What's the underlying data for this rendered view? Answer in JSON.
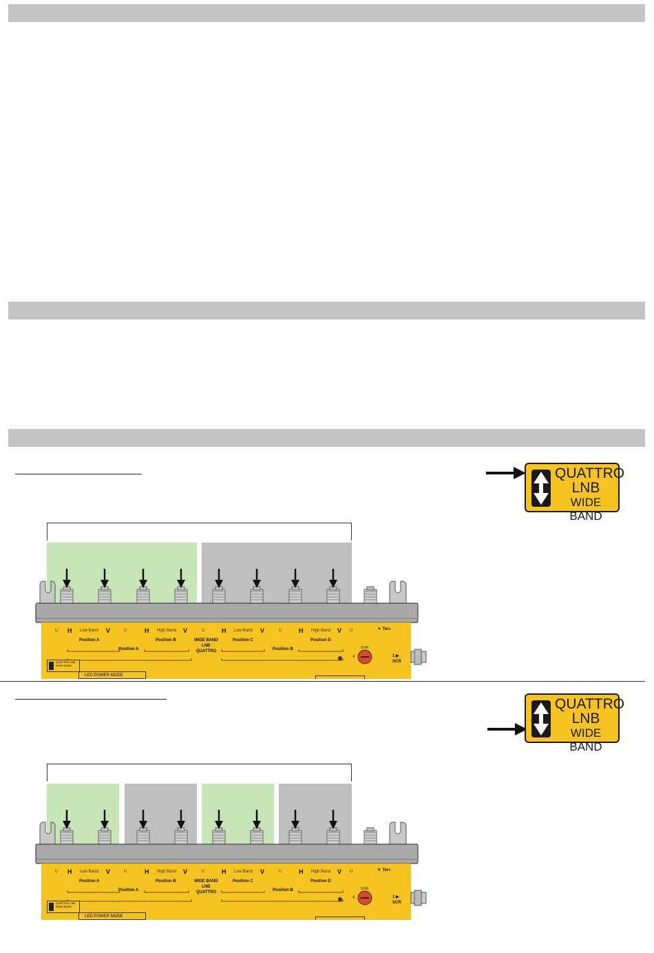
{
  "badge": {
    "line1": "QUATTRO",
    "line2": "LNB",
    "line3": "WIDE BAND"
  },
  "device": {
    "labels": {
      "ulnb": "U",
      "ulnb_sub": "LNB",
      "h": "H",
      "v": "V",
      "low_band": "Low Band",
      "high_band": "High Band",
      "terr": "▼ Terr.",
      "position_a": "Position A",
      "position_b": "Position B",
      "position_c": "Position C",
      "position_d": "Position D",
      "wide_band": "WIDE BAND",
      "lnb": "LNB",
      "quattro": "QUATTRO",
      "scr": "1 ▶\nSCR",
      "led_power_mode": "LED  POWER  MODE",
      "knob_num": "4",
      "knob_top": "SHIE",
      "mini_badge": "QUATTRO LNB WIDE BAND"
    }
  },
  "colors": {
    "header_bar": "#c4c4c4",
    "device_yellow": "#f6c322",
    "zone_green": "#c6e6b8",
    "zone_gray": "#bfbfbf"
  }
}
